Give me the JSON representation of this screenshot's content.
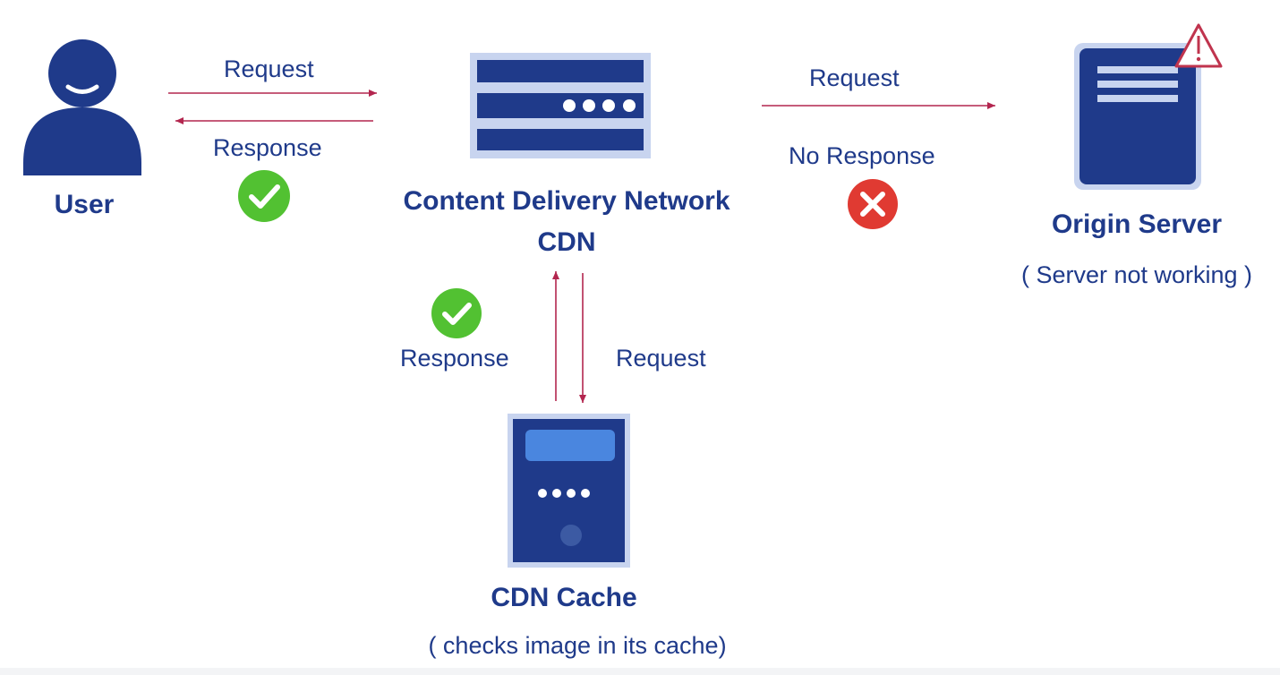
{
  "nodes": {
    "user": {
      "title": "User"
    },
    "cdn": {
      "title_line1": "Content Delivery Network",
      "title_line2": "CDN"
    },
    "origin": {
      "title": "Origin Server",
      "subtitle": "( Server not working )"
    },
    "cache": {
      "title": "CDN Cache",
      "subtitle": "( checks image in its cache)"
    }
  },
  "edges": {
    "user_to_cdn": {
      "label": "Request",
      "color": "#b3264f"
    },
    "cdn_to_user": {
      "label": "Response",
      "status": "success-icon",
      "color": "#b3264f"
    },
    "cdn_to_origin": {
      "label": "Request",
      "color": "#b3264f"
    },
    "origin_to_cdn": {
      "label": "No Response",
      "status": "error-icon"
    },
    "cache_to_cdn": {
      "label": "Response",
      "status": "success-icon",
      "color": "#b3264f"
    },
    "cdn_to_cache": {
      "label": "Request",
      "color": "#b3264f"
    }
  },
  "colors": {
    "node_dark": "#1f3a8a",
    "node_frame": "#c8d4ef",
    "accent_light": "#4a86df",
    "success": "#52c132",
    "error": "#e03a32",
    "warning": "#c0344e"
  }
}
